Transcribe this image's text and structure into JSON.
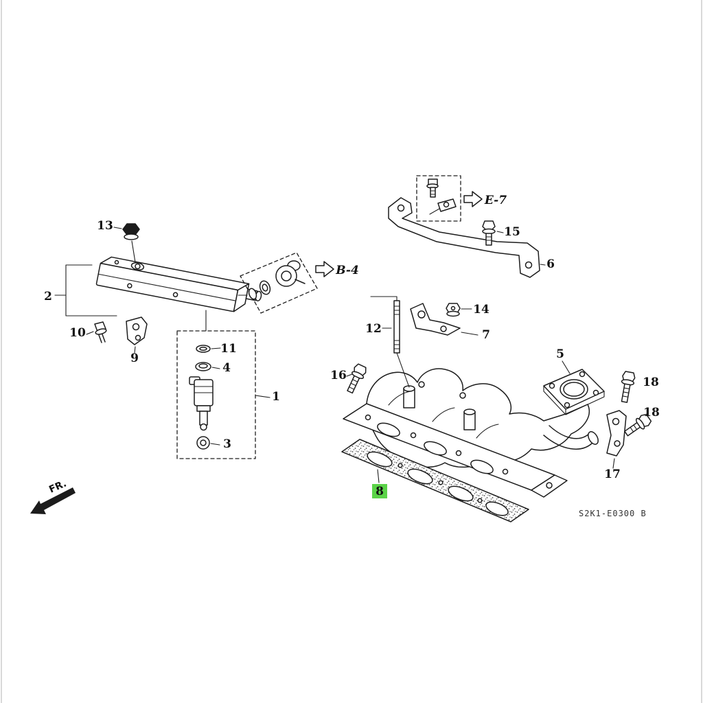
{
  "frame": {
    "background_color": "#ffffff",
    "edge_line_color": "#d8d8d8"
  },
  "diagram": {
    "ref_code": "S2K1-E0300 B",
    "direction_label": "FR.",
    "highlight_color": "#5bd348",
    "highlighted_callout": "8",
    "detail_refs": {
      "b4": "B-4",
      "e7": "E-7"
    },
    "callouts": {
      "c1": "1",
      "c2": "2",
      "c3": "3",
      "c4": "4",
      "c5": "5",
      "c6": "6",
      "c7": "7",
      "c8": "8",
      "c9": "9",
      "c10": "10",
      "c11": "11",
      "c12": "12",
      "c13": "13",
      "c14": "14",
      "c15": "15",
      "c16": "16",
      "c17": "17",
      "c18_upper": "18",
      "c18_lower": "18"
    }
  }
}
